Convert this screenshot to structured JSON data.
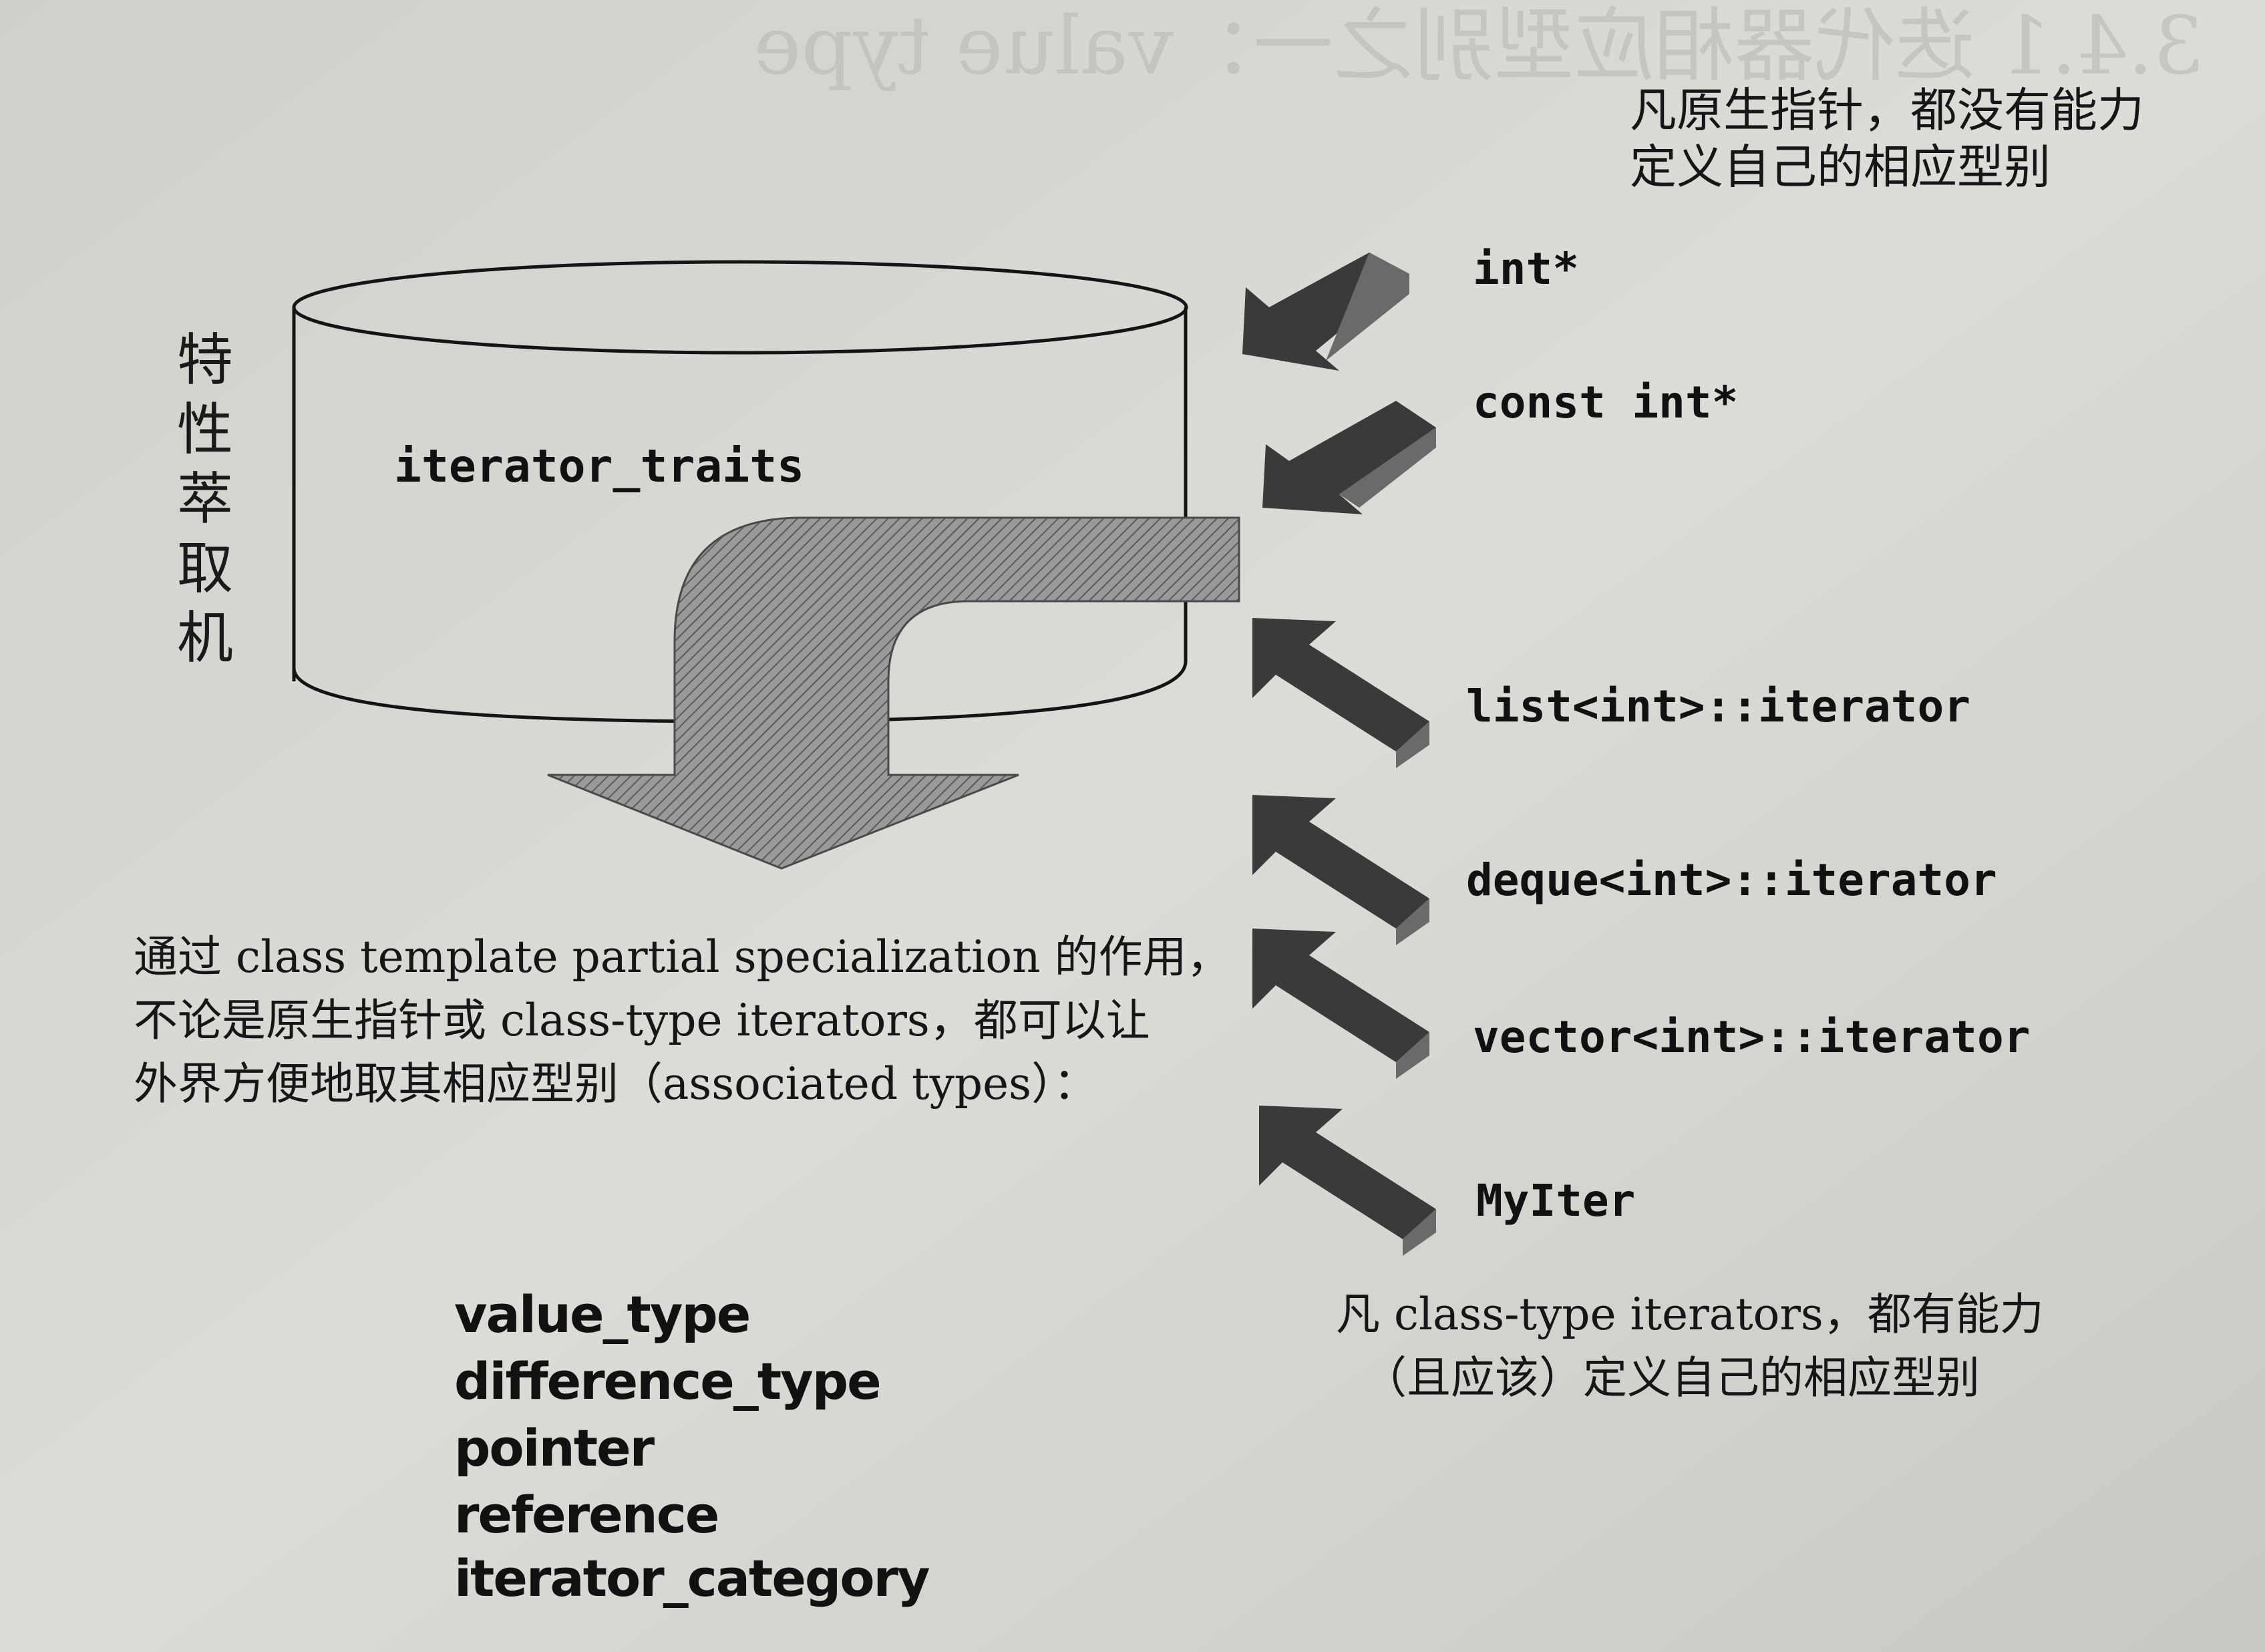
{
  "background_heading": "3.4.1  迭代器相应型别之一：value type",
  "machine": {
    "side_label": [
      "特",
      "性",
      "萃",
      "取",
      "机"
    ],
    "name": "iterator_traits"
  },
  "raw_pointer_note": [
    "凡原生指针，都没有能力",
    "定义自己的相应型别"
  ],
  "class_iterator_note": [
    "凡 class-type iterators，都有能力",
    "（且应该）定义自己的相应型别"
  ],
  "inputs": [
    {
      "label": "int*",
      "icon": "arrow-icon"
    },
    {
      "label": "const int*",
      "icon": "arrow-icon"
    },
    {
      "label": "list<int>::iterator",
      "icon": "arrow-icon"
    },
    {
      "label": "deque<int>::iterator",
      "icon": "arrow-icon"
    },
    {
      "label": "vector<int>::iterator",
      "icon": "arrow-icon"
    },
    {
      "label": "MyIter",
      "icon": "arrow-icon"
    }
  ],
  "explanation": [
    "通过 class template partial specialization 的作用，",
    "不论是原生指针或 class-type iterators，都可以让",
    "外界方便地取其相应型别（associated types）："
  ],
  "associated_types": [
    "value_type",
    "difference_type",
    "pointer",
    "reference",
    "iterator_category"
  ],
  "colors": {
    "paper": "#d8d8d4",
    "ink": "#141414",
    "arrow_dark": "#3a3a3a",
    "arrow_light": "#6a6a6a",
    "output_arrow": "#8a8a8a"
  }
}
